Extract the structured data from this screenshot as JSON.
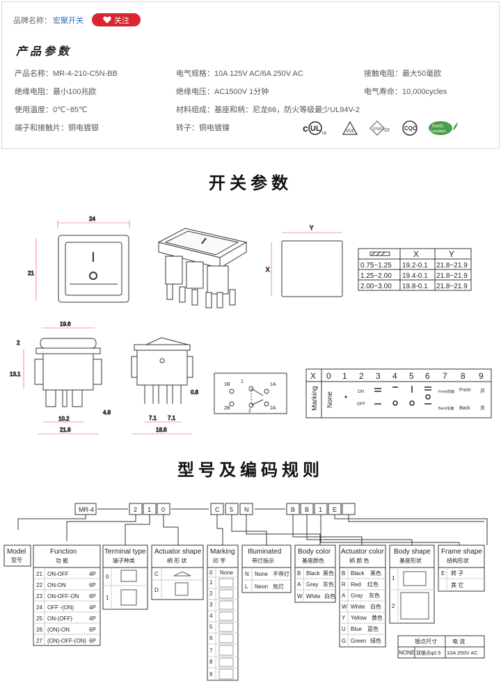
{
  "header": {
    "brand_label": "品牌名称：",
    "brand_value": "宏聚开关",
    "follow_label": "关注"
  },
  "section_title": "产品参数",
  "params": [
    {
      "text": "产品名称：MR-4-210-C5N-BB"
    },
    {
      "text": "电气规格：10A  125V  AC/6A 250V  AC"
    },
    {
      "text": "接触电阻：最大50毫欧"
    },
    {
      "text": "绝缘电阻：最小100兆欧"
    },
    {
      "text": "绝缘电压：AC1500V 1分钟"
    },
    {
      "text": "电气寿命：10,000cycles"
    },
    {
      "text": "使用温度：0℃~85℃"
    },
    {
      "text": "材料组成：基座和柄：尼龙66，防火等级最少UL94V-2"
    },
    {
      "text": "端子和接触片：铜电镀银"
    },
    {
      "text": "转子：铜电镀镍"
    }
  ],
  "certs": [
    "cULus",
    "VDE",
    "ENEC 10",
    "CQC",
    "RoHS Compliant"
  ],
  "switch_params_title": "开关参数",
  "coding_title": "型号及编码规则",
  "drawing": {
    "dim_24": "24",
    "dim_21": "21",
    "dim_Y": "Y",
    "dim_X": "X",
    "dim_19_6": "19.6",
    "dim_2": "2",
    "dim_13_1": "13.1",
    "dim_4_8": "4.8",
    "dim_10_2": "10.2",
    "dim_21_8": "21.8",
    "dim_7_1a": "7.1",
    "dim_7_1b": "7.1",
    "dim_18_8": "18.8",
    "dim_0_8": "0.8",
    "panel_table": {
      "headers": [
        "X",
        "Y"
      ],
      "rows": [
        [
          "0.75~1.25",
          "19.2-0.1",
          "21.8~21.9"
        ],
        [
          "1.25~2.00",
          "19.4-0.1",
          "21.8~21.9"
        ],
        [
          "2.00~3.00",
          "19.8-0.1",
          "21.8~21.9"
        ]
      ]
    },
    "circuit": {
      "p1B": "1B",
      "p1": "1",
      "p1A": "1A",
      "p2B": "2B",
      "p2": "2",
      "p2A": "2A"
    },
    "marking_table": {
      "x_label": "X",
      "cols": [
        "0",
        "1",
        "2",
        "3",
        "4",
        "5",
        "6",
        "7",
        "8",
        "9"
      ],
      "row_label": "Marking",
      "none": "None",
      "on": "ON",
      "off": "OFF",
      "front_cn": "Front/前面",
      "back_cn": "Back/后面",
      "front": "Front",
      "back": "Back",
      "kai": "开",
      "guan": "关"
    }
  },
  "code": {
    "boxes": [
      "MR-4",
      "2",
      "1",
      "0",
      "C",
      "5",
      "N",
      "B",
      "B",
      "1",
      "E",
      ""
    ],
    "model": {
      "title": "Model",
      "cn": "型号"
    },
    "function": {
      "title": "Function",
      "cn": "功  能",
      "rows": [
        [
          "21",
          "ON-OFF",
          "4P"
        ],
        [
          "22",
          "ON-ON",
          "6P"
        ],
        [
          "23",
          "ON-OFF-ON",
          "6P"
        ],
        [
          "24",
          "OFF -(ON)",
          "4P"
        ],
        [
          "25",
          "ON-(OFF)",
          "4P"
        ],
        [
          "26",
          "(ON)-ON",
          "6P"
        ],
        [
          "27",
          "(ON)-OFF-(ON)",
          "6P"
        ]
      ]
    },
    "terminal": {
      "title": "Terminal type",
      "cn": "端子种类",
      "rows": [
        "0",
        "1"
      ]
    },
    "actuator_shape": {
      "title": "Actuator shape",
      "cn": "柄 形 状",
      "rows": [
        "C",
        "D"
      ]
    },
    "marking": {
      "title": "Marking",
      "cn": "印  字",
      "rows": [
        "0",
        "1",
        "2",
        "3",
        "4",
        "5",
        "6",
        "7",
        "8",
        "9"
      ],
      "none": "None"
    },
    "illuminated": {
      "title": "Illuminated",
      "cn": "带灯指示",
      "rows": [
        [
          "N",
          "None",
          "不带灯"
        ],
        [
          "L",
          "Neon",
          "氖灯"
        ]
      ]
    },
    "body_color": {
      "title": "Body color",
      "cn": "基座颜色",
      "rows": [
        [
          "B",
          "Black",
          "黑色"
        ],
        [
          "A",
          "Gray",
          "灰色"
        ],
        [
          "W",
          "White",
          "白色"
        ]
      ]
    },
    "actuator_color": {
      "title": "Actuator color",
      "cn": "柄 颜 色",
      "rows": [
        [
          "B",
          "Black",
          "黑色"
        ],
        [
          "R",
          "Red",
          "红色"
        ],
        [
          "A",
          "Gray",
          "灰色"
        ],
        [
          "W",
          "White",
          "白色"
        ],
        [
          "Y",
          "Yellow",
          "黄色"
        ],
        [
          "U",
          "Blue",
          "蓝色"
        ],
        [
          "G",
          "Green",
          "绿色"
        ]
      ]
    },
    "body_shape": {
      "title": "Body shape",
      "cn": "基座形状",
      "rows": [
        "1",
        "2"
      ]
    },
    "frame_shape": {
      "title": "Frame shape",
      "cn": "结构形状",
      "rows": [
        [
          "E",
          "转  子"
        ],
        [
          "",
          "其  它"
        ]
      ]
    },
    "contact_table": {
      "h1": "银点尺寸",
      "h2": "电    流",
      "c1": "NONE",
      "c2": "双银点φ2.5",
      "c3": "10A 250V AC"
    }
  },
  "colors": {
    "accent": "#d9252f",
    "link": "#2a6fb5",
    "dimension": "#e5484d"
  }
}
